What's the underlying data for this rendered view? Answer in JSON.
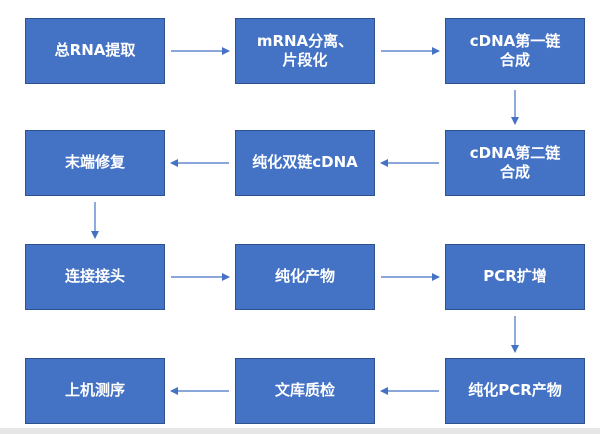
{
  "diagram": {
    "nodes": [
      {
        "id": "n1",
        "label": "总RNA提取"
      },
      {
        "id": "n2",
        "label": "mRNA分离、\n片段化"
      },
      {
        "id": "n3",
        "label": "cDNA第一链\n合成"
      },
      {
        "id": "n4",
        "label": "cDNA第二链\n合成"
      },
      {
        "id": "n5",
        "label": "纯化双链cDNA"
      },
      {
        "id": "n6",
        "label": "末端修复"
      },
      {
        "id": "n7",
        "label": "连接接头"
      },
      {
        "id": "n8",
        "label": "纯化产物"
      },
      {
        "id": "n9",
        "label": "PCR扩增"
      },
      {
        "id": "n10",
        "label": "纯化PCR产物"
      },
      {
        "id": "n11",
        "label": "文库质检"
      },
      {
        "id": "n12",
        "label": "上机测序"
      }
    ],
    "edges": [
      {
        "from": "n1",
        "to": "n2"
      },
      {
        "from": "n2",
        "to": "n3"
      },
      {
        "from": "n3",
        "to": "n4"
      },
      {
        "from": "n4",
        "to": "n5"
      },
      {
        "from": "n5",
        "to": "n6"
      },
      {
        "from": "n6",
        "to": "n7"
      },
      {
        "from": "n7",
        "to": "n8"
      },
      {
        "from": "n8",
        "to": "n9"
      },
      {
        "from": "n9",
        "to": "n10"
      },
      {
        "from": "n10",
        "to": "n11"
      },
      {
        "from": "n11",
        "to": "n12"
      }
    ],
    "colors": {
      "box": "#4472c4",
      "arrow": "#4472c4"
    }
  }
}
